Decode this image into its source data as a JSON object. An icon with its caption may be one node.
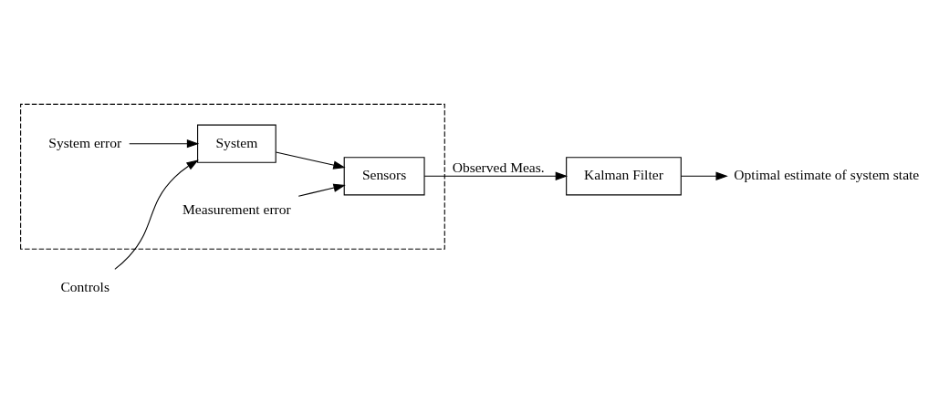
{
  "diagram": {
    "nodes": [
      {
        "text": [],
        "shape": "box"
      },
      {
        "text": [
          "System error"
        ],
        "in": 0
      },
      {
        "text": [
          "Controls"
        ]
      },
      {
        "text": [
          "System"
        ],
        "in": 0
      },
      {
        "text": [
          "Sensors"
        ],
        "in": 0
      },
      {
        "text": [
          "Measurement error"
        ],
        "in": 0
      },
      {
        "text": [
          "Kalman Filter"
        ]
      },
      {
        "text": [
          "Optimal estimate of system state"
        ]
      }
    ],
    "edges": [
      {
        "from": 1,
        "to": 3,
        "arrow": "to"
      },
      {
        "from": 2,
        "to": 3,
        "arrow": "to"
      },
      {
        "from": 3,
        "to": 4,
        "arrow": "to"
      },
      {
        "from": 5,
        "to": 4,
        "arrow": "to"
      },
      {
        "from": 4,
        "to": 6,
        "arrow": "to",
        "label": "Observed Meas."
      },
      {
        "from": 6,
        "to": 7,
        "arrow": "to"
      }
    ]
  }
}
